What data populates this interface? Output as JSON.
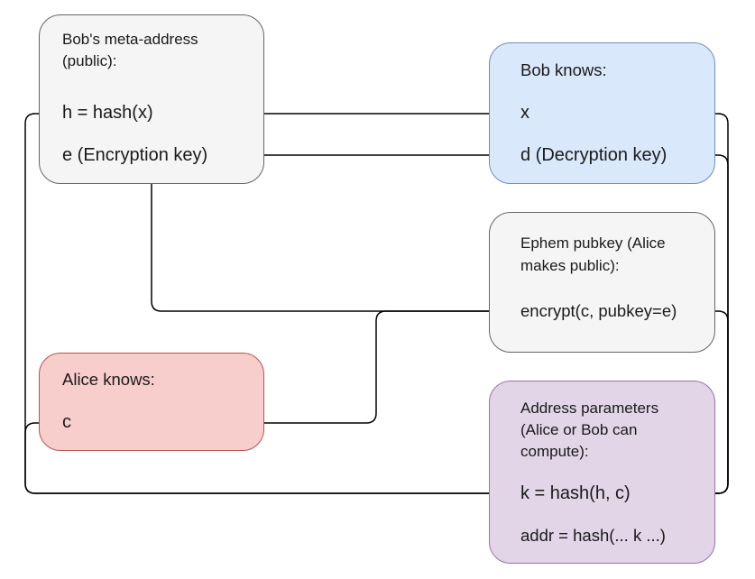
{
  "colors": {
    "gray_fill": "#f5f5f5",
    "gray_stroke": "#666666",
    "blue_fill": "#dae8fc",
    "blue_stroke": "#6c8ebf",
    "red_fill": "#f8cecc",
    "red_stroke": "#b85450",
    "purple_fill": "#e1d5e7",
    "purple_stroke": "#9673a6",
    "wire": "#000000"
  },
  "meta_address": {
    "title_line1": "Bob's meta-address",
    "title_line2": "(public):",
    "h_item": "h = hash(x)",
    "e_item": "e (Encryption key)"
  },
  "bob_knows": {
    "title": "Bob knows:",
    "x_item": "x",
    "d_item": "d (Decryption key)"
  },
  "ephem_pubkey": {
    "title_line1": "Ephem pubkey (Alice",
    "title_line2": "makes public):",
    "item": "encrypt(c, pubkey=e)"
  },
  "alice_knows": {
    "title": "Alice knows:",
    "c_item": "c"
  },
  "address_params": {
    "title_line1": "Address parameters",
    "title_line2": "(Alice or Bob can",
    "title_line3": "compute):",
    "k_item": "k = hash(h, c)",
    "addr_item": "addr = hash(... k ...)"
  }
}
